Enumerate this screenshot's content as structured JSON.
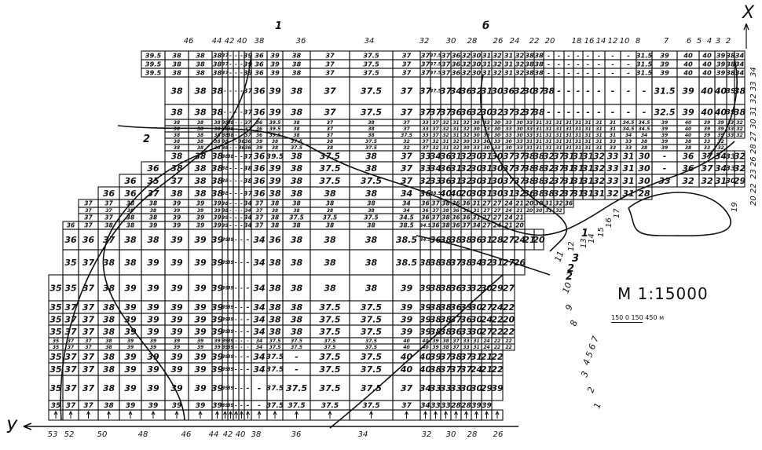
{
  "axes": {
    "x_label": "X",
    "y_label": "У"
  },
  "scale": {
    "title": "М 1:15000",
    "bar_text": "150 0 150   450 м"
  },
  "top_labels": [
    "46",
    "44",
    "42",
    "40",
    "38",
    "36",
    "34",
    "32",
    "30",
    "28",
    "26",
    "24",
    "22",
    "20",
    "18",
    "16",
    "14",
    "12",
    "10",
    "8",
    "7",
    "6",
    "5",
    "4",
    "3",
    "2"
  ],
  "bottom_labels": [
    "53",
    "52",
    "50",
    "48",
    "46",
    "44",
    "42",
    "40",
    "38",
    "36",
    "34",
    "32",
    "30",
    "28",
    "26"
  ],
  "right_labels": [
    "34",
    "32 33",
    "31",
    "30",
    "28 27",
    "23 26",
    "20 22",
    "19",
    "17",
    "16",
    "15",
    "14",
    "13",
    "12"
  ],
  "diag_labels": [
    "11",
    "10",
    "9",
    "8",
    "4 5 6 7",
    "3",
    "2",
    "1"
  ],
  "curve_labels": [
    "1",
    "2",
    "2",
    "1",
    "3",
    "2",
    "б"
  ],
  "rows": [
    [
      "39.5",
      "38",
      "38",
      "38",
      "37",
      "-",
      "-",
      "-",
      "39",
      "36",
      "39",
      "38",
      "37",
      "37.5",
      "37",
      "37",
      "37.5",
      "37",
      "36",
      "32",
      "30",
      "31",
      "32",
      "31",
      "32",
      "38",
      "38",
      "-",
      "-",
      "-",
      "-",
      "-",
      "-",
      "-",
      "-",
      "31.5",
      "39",
      "40",
      "40",
      "39",
      "38",
      "34"
    ],
    [
      "39.5",
      "38",
      "38",
      "38",
      "37",
      "-",
      "-",
      "-",
      "39",
      "36",
      "39",
      "38",
      "37",
      "37.5",
      "37",
      "37",
      "37.5",
      "37",
      "36",
      "32",
      "30",
      "31",
      "32",
      "31",
      "32",
      "38",
      "38",
      "-",
      "-",
      "-",
      "-",
      "-",
      "-",
      "-",
      "-",
      "31.5",
      "39",
      "40",
      "40",
      "39",
      "38",
      "34"
    ],
    [
      "39.5",
      "38",
      "38",
      "38",
      "37",
      "-",
      "-",
      "-",
      "39",
      "36",
      "39",
      "38",
      "37",
      "37.5",
      "37",
      "37",
      "37.5",
      "37",
      "36",
      "32",
      "30",
      "31",
      "32",
      "31",
      "32",
      "38",
      "38",
      "-",
      "-",
      "-",
      "-",
      "-",
      "-",
      "-",
      "-",
      "31.5",
      "39",
      "40",
      "40",
      "39",
      "38",
      "34"
    ],
    [
      "38",
      "38",
      "38",
      "-",
      "-",
      "-",
      "-",
      "37",
      "36",
      "39",
      "38",
      "37",
      "37.5",
      "37",
      "37",
      "37.5",
      "37",
      "34",
      "36",
      "32",
      "31",
      "30",
      "36",
      "32",
      "30",
      "37",
      "38",
      "-",
      "-",
      "-",
      "-",
      "-",
      "-",
      "-",
      "-",
      "31.5",
      "39",
      "40",
      "40",
      "39",
      "38"
    ],
    [
      "38",
      "38",
      "38",
      "-",
      "-",
      "-",
      "-",
      "37",
      "36",
      "39",
      "38",
      "37",
      "37.5",
      "37",
      "37",
      "37",
      "37",
      "36",
      "36",
      "32",
      "30",
      "32",
      "37",
      "32",
      "37",
      "38",
      "-",
      "-",
      "-",
      "-",
      "-",
      "-",
      "-",
      "-",
      "-",
      "32.5",
      "39",
      "40",
      "40",
      "39",
      "38"
    ],
    [
      "38",
      "38",
      "38",
      "38",
      "38",
      "-",
      "-",
      "37",
      "36",
      "39.5",
      "38",
      "37",
      "38",
      "37",
      "33",
      "37",
      "32",
      "31",
      "32",
      "30",
      "33",
      "30",
      "33",
      "30",
      "33",
      "31",
      "31",
      "31",
      "31",
      "31",
      "31",
      "31",
      "31",
      "34.5",
      "34.5",
      "39",
      "40",
      "39",
      "39",
      "33",
      "32"
    ],
    [
      "38",
      "38",
      "38",
      "38",
      "38",
      "-",
      "-",
      "37",
      "36",
      "39.5",
      "38",
      "37",
      "38",
      "37",
      "33",
      "37",
      "32",
      "31",
      "32",
      "30",
      "33",
      "30",
      "33",
      "30",
      "33",
      "31",
      "31",
      "31",
      "31",
      "31",
      "31",
      "31",
      "31",
      "34.5",
      "34.5",
      "39",
      "40",
      "39",
      "39",
      "33",
      "32"
    ],
    [
      "38",
      "38",
      "38",
      "38",
      "38",
      "-",
      "-",
      "37",
      "36",
      "39.5",
      "38",
      "37",
      "38",
      "37.5",
      "33",
      "37",
      "32",
      "31",
      "32",
      "30",
      "33",
      "30",
      "33",
      "30",
      "33",
      "31",
      "31",
      "31",
      "31",
      "31",
      "31",
      "31",
      "31",
      "34",
      "34",
      "39",
      "40",
      "39",
      "39",
      "33",
      "32"
    ],
    [
      "38",
      "38",
      "38",
      "38",
      "-",
      "-",
      "36",
      "36",
      "39",
      "38",
      "37.5",
      "38",
      "37.5",
      "32",
      "37",
      "32",
      "31",
      "32",
      "30",
      "33",
      "30",
      "33",
      "30",
      "33",
      "31",
      "31",
      "31",
      "31",
      "31",
      "31",
      "31",
      "31",
      "33",
      "33",
      "38",
      "39",
      "38",
      "33",
      "32"
    ],
    [
      "38",
      "38",
      "38",
      "38",
      "-",
      "-",
      "36",
      "36",
      "39",
      "38",
      "37.5",
      "38",
      "37.5",
      "32",
      "37",
      "32",
      "31",
      "32",
      "30",
      "33",
      "30",
      "33",
      "30",
      "33",
      "31",
      "31",
      "31",
      "31",
      "31",
      "31",
      "31",
      "31",
      "33",
      "33",
      "38",
      "39",
      "38",
      "33",
      "32"
    ],
    [
      "38",
      "38",
      "38",
      "38",
      "38",
      "-",
      "-",
      "37",
      "36",
      "39.5",
      "38",
      "37.5",
      "38",
      "37",
      "33",
      "34",
      "36",
      "31",
      "32",
      "30",
      "31",
      "30",
      "37",
      "37",
      "38",
      "38",
      "32",
      "37",
      "31",
      "31",
      "31",
      "32",
      "33",
      "31",
      "30",
      "-",
      "36",
      "37",
      "34",
      "33",
      "32"
    ],
    [
      "36",
      "38",
      "38",
      "38",
      "38",
      "-",
      "-",
      "-",
      "38",
      "36",
      "39",
      "38",
      "37.5",
      "38",
      "37",
      "33",
      "34",
      "36",
      "31",
      "32",
      "30",
      "31",
      "30",
      "37",
      "37",
      "38",
      "38",
      "32",
      "37",
      "31",
      "31",
      "31",
      "32",
      "33",
      "31",
      "30",
      "-",
      "36",
      "37",
      "34",
      "33",
      "32"
    ],
    [
      "36",
      "35",
      "37",
      "38",
      "38",
      "38",
      "-",
      "-",
      "-",
      "38",
      "36",
      "39",
      "38",
      "37.5",
      "37.5",
      "37",
      "32",
      "33",
      "36",
      "31",
      "32",
      "30",
      "31",
      "30",
      "37",
      "37",
      "38",
      "38",
      "32",
      "37",
      "31",
      "31",
      "31",
      "32",
      "33",
      "31",
      "30",
      "33",
      "32",
      "32",
      "31",
      "30",
      "29"
    ],
    [
      "36",
      "36",
      "37",
      "38",
      "38",
      "38",
      "38",
      "-",
      "-",
      "-",
      "37",
      "36",
      "38",
      "38",
      "38",
      "38",
      "34",
      "36",
      "38.5",
      "40",
      "40",
      "20",
      "30",
      "31",
      "30",
      "31",
      "32",
      "36",
      "38",
      "38",
      "32",
      "37",
      "31",
      "31",
      "31",
      "32",
      "31",
      "28"
    ],
    [
      "37",
      "37",
      "38",
      "38",
      "39",
      "39",
      "39",
      "38",
      "-",
      "-",
      "-",
      "34",
      "37",
      "38",
      "38",
      "38",
      "38",
      "34",
      "36",
      "37",
      "38",
      "36",
      "36",
      "31",
      "27",
      "27",
      "24",
      "21",
      "20",
      "30",
      "31",
      "32",
      "36"
    ],
    [
      "37",
      "37",
      "38",
      "38",
      "39",
      "39",
      "39",
      "38",
      "-",
      "-",
      "-",
      "34",
      "37",
      "38",
      "38",
      "38",
      "38",
      "34",
      "36",
      "37",
      "38",
      "36",
      "36",
      "31",
      "27",
      "27",
      "24",
      "21",
      "20",
      "30",
      "31",
      "32"
    ],
    [
      "37",
      "37",
      "38",
      "38",
      "39",
      "39",
      "39",
      "39",
      "-",
      "-",
      "-",
      "34",
      "37",
      "38",
      "37.5",
      "37.5",
      "37.5",
      "34.5",
      "36",
      "37",
      "38",
      "36",
      "36",
      "31",
      "27",
      "27",
      "24",
      "21"
    ],
    [
      "36",
      "37",
      "38",
      "38",
      "39",
      "39",
      "39",
      "39",
      "39",
      "-",
      "-",
      "-",
      "34",
      "37",
      "38",
      "38",
      "38",
      "38",
      "38.5",
      "34.5",
      "36",
      "38",
      "36",
      "37",
      "34",
      "27",
      "24",
      "21",
      "20"
    ],
    [
      "36",
      "36",
      "37",
      "38",
      "38",
      "39",
      "39",
      "39",
      "39",
      "39",
      "-",
      "-",
      "-",
      "34",
      "36",
      "38",
      "38",
      "38",
      "38.5",
      "34.5",
      "36",
      "38",
      "38",
      "38",
      "36",
      "31",
      "28",
      "27",
      "24",
      "21",
      "20"
    ],
    [
      "35",
      "37",
      "38",
      "38",
      "39",
      "39",
      "39",
      "39",
      "39",
      "39",
      "-",
      "-",
      "-",
      "34",
      "38",
      "38",
      "38",
      "38",
      "38.5",
      "38",
      "38",
      "38",
      "37",
      "38",
      "34",
      "32",
      "31",
      "27",
      "26"
    ],
    [
      "35",
      "35",
      "37",
      "38",
      "39",
      "39",
      "39",
      "39",
      "39",
      "39",
      "39",
      "-",
      "-",
      "-",
      "34",
      "38",
      "38",
      "38",
      "38",
      "39",
      "39",
      "38",
      "38",
      "36",
      "33",
      "32",
      "30",
      "29",
      "27"
    ],
    [
      "35",
      "37",
      "37",
      "38",
      "39",
      "39",
      "39",
      "39",
      "39",
      "39",
      "39",
      "-",
      "-",
      "-",
      "34",
      "38",
      "38",
      "37.5",
      "37.5",
      "39",
      "39",
      "38",
      "38",
      "36",
      "33",
      "30",
      "27",
      "24",
      "22"
    ],
    [
      "35",
      "37",
      "37",
      "38",
      "39",
      "39",
      "39",
      "39",
      "39",
      "39",
      "39",
      "-",
      "-",
      "-",
      "34",
      "38",
      "38",
      "37.5",
      "37.5",
      "39",
      "39",
      "38",
      "38",
      "37",
      "36",
      "30",
      "24",
      "22",
      "20"
    ],
    [
      "35",
      "37",
      "37",
      "38",
      "39",
      "39",
      "39",
      "39",
      "39",
      "39",
      "39",
      "-",
      "-",
      "-",
      "34",
      "38",
      "38",
      "37.5",
      "37.5",
      "39",
      "39",
      "38",
      "38",
      "36",
      "33",
      "30",
      "27",
      "22",
      "22"
    ],
    [
      "35",
      "37",
      "37",
      "38",
      "39",
      "39",
      "39",
      "39",
      "39",
      "39",
      "39",
      "-",
      "-",
      "-",
      "34",
      "37.5",
      "37.5",
      "37.5",
      "37.5",
      "40",
      "40",
      "39",
      "38",
      "37",
      "33",
      "31",
      "24",
      "22",
      "22"
    ],
    [
      "35",
      "37",
      "37",
      "38",
      "39",
      "39",
      "39",
      "39",
      "39",
      "39",
      "39",
      "-",
      "-",
      "-",
      "34",
      "37.5",
      "37.5",
      "37.5",
      "37.5",
      "40",
      "40",
      "39",
      "38",
      "37",
      "33",
      "31",
      "24",
      "22",
      "22"
    ],
    [
      "35",
      "37",
      "37",
      "38",
      "39",
      "39",
      "39",
      "39",
      "39",
      "39",
      "39",
      "-",
      "-",
      "-",
      "34",
      "37.5",
      "-",
      "37.5",
      "37.5",
      "40",
      "40",
      "39",
      "37",
      "38",
      "37",
      "31",
      "21",
      "22"
    ],
    [
      "35",
      "37",
      "37",
      "38",
      "39",
      "39",
      "39",
      "39",
      "39",
      "39",
      "39",
      "-",
      "-",
      "-",
      "34",
      "37.5",
      "-",
      "37.5",
      "37.5",
      "40",
      "40",
      "38",
      "37",
      "37",
      "37",
      "24",
      "21",
      "22"
    ],
    [
      "35",
      "37",
      "37",
      "38",
      "39",
      "39",
      "39",
      "39",
      "39",
      "39",
      "39",
      "-",
      "-",
      "-",
      "-",
      "37.5",
      "37.5",
      "37.5",
      "37.5",
      "37",
      "34",
      "33",
      "33",
      "33",
      "30",
      "30",
      "29",
      "39"
    ],
    [
      "35",
      "37",
      "37",
      "38",
      "39",
      "39",
      "39",
      "39",
      "39",
      "39",
      "39",
      "-",
      "-",
      "-",
      "-",
      "37.5",
      "37.5",
      "37.5",
      "37.5",
      "37",
      "34",
      "33",
      "33",
      "28",
      "28",
      "39",
      "39"
    ]
  ],
  "colors": {
    "ink": "#111111",
    "paper": "#ffffff"
  }
}
